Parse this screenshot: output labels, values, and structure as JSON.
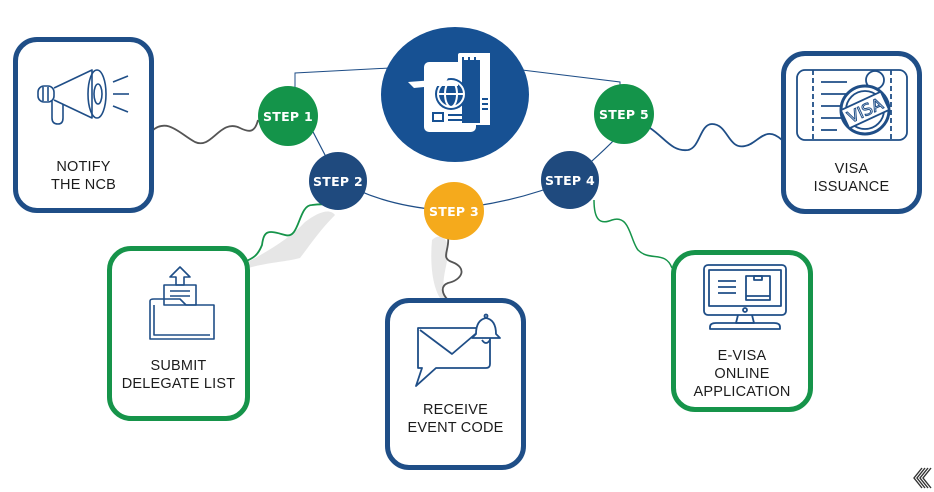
{
  "diagram": {
    "type": "process-flow",
    "colors": {
      "navy": "#1f4e87",
      "green": "#16944a",
      "amber": "#f5aa1c",
      "hub": "#175193",
      "connector_gray": "#555555"
    },
    "hub": {
      "icon": "passport-globe-plane-icon"
    },
    "steps": [
      {
        "label": "STEP 1",
        "color": "green"
      },
      {
        "label": "STEP 2",
        "color": "navy"
      },
      {
        "label": "STEP 3",
        "color": "amber"
      },
      {
        "label": "STEP 4",
        "color": "navy"
      },
      {
        "label": "STEP 5",
        "color": "green"
      }
    ],
    "cards": [
      {
        "label": "NOTIFY\nTHE NCB",
        "icon": "megaphone-icon",
        "border": "navy"
      },
      {
        "label": "SUBMIT\nDELEGATE LIST",
        "icon": "folder-upload-icon",
        "border": "green"
      },
      {
        "label": "RECEIVE\nEVENT CODE",
        "icon": "mail-notification-icon",
        "border": "navy"
      },
      {
        "label": "E-VISA\nONLINE\nAPPLICATION",
        "icon": "computer-monitor-icon",
        "border": "green"
      },
      {
        "label": "VISA\nISSUANCE",
        "icon": "visa-stamp-icon",
        "border": "navy"
      }
    ],
    "watermark": {
      "icon": "brand-chevron-logo-icon"
    }
  }
}
